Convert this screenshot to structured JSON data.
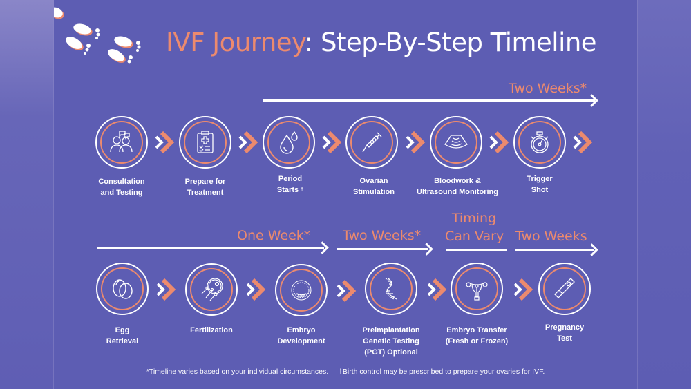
{
  "title": {
    "accent": "IVF Journey",
    "rest": ": Step-By-Step Timeline"
  },
  "colors": {
    "background": "#5d5db3",
    "accent": "#ec8a6e",
    "text": "#ffffff"
  },
  "row1": {
    "span_label": "Two Weeks*",
    "steps": [
      {
        "label1": "Consultation",
        "label2": "and Testing",
        "icon": "doctors-icon"
      },
      {
        "label1": "Prepare for",
        "label2": "Treatment",
        "icon": "clipboard-icon"
      },
      {
        "label1": "Period",
        "label2": "Starts",
        "sup": "†",
        "icon": "droplets-icon"
      },
      {
        "label1": "Ovarian",
        "label2": "Stimulation",
        "icon": "syringe-icon"
      },
      {
        "label1": "Bloodwork &",
        "label2": "Ultrasound Monitoring",
        "icon": "ultrasound-icon"
      },
      {
        "label1": "Trigger",
        "label2": "Shot",
        "icon": "stopwatch-icon"
      }
    ]
  },
  "row2": {
    "spans": [
      {
        "label": "One Week*"
      },
      {
        "label": "Two Weeks*"
      },
      {
        "label1": "Timing",
        "label2": "Can Vary"
      },
      {
        "label": "Two Weeks"
      }
    ],
    "steps": [
      {
        "label1": "Egg",
        "label2": "Retrieval",
        "icon": "eggs-icon"
      },
      {
        "label1": "Fertilization",
        "label2": "",
        "icon": "fertilization-icon"
      },
      {
        "label1": "Embryo",
        "label2": "Development",
        "icon": "embryo-icon"
      },
      {
        "label1": "Preimplantation",
        "label2": "Genetic Testing",
        "label3": "(PGT) Optional",
        "icon": "dna-icon"
      },
      {
        "label1": "Embryo Transfer",
        "label2": "(Fresh or Frozen)",
        "icon": "uterus-icon"
      },
      {
        "label1": "Pregnancy",
        "label2": "Test",
        "icon": "pregnancy-test-icon"
      }
    ]
  },
  "footer": {
    "note1": "*Timeline varies based on your individual circumstances.",
    "note2": "†Birth control may be prescribed to prepare your ovaries for IVF."
  }
}
